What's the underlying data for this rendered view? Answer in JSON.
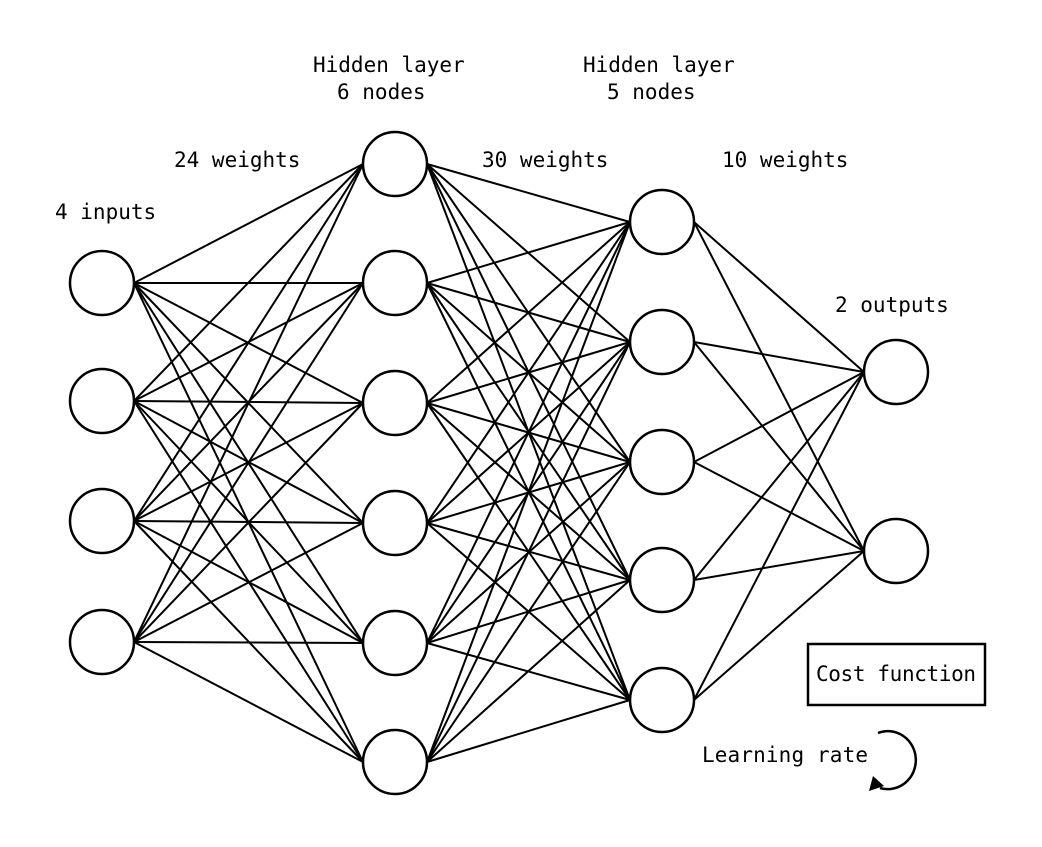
{
  "labels": {
    "inputs": "4 inputs",
    "weights1": "24 weights",
    "hidden1_title": "Hidden layer",
    "hidden1_nodes": "6 nodes",
    "weights2": "30 weights",
    "hidden2_title": "Hidden layer",
    "hidden2_nodes": "5 nodes",
    "weights3": "10 weights",
    "outputs": "2 outputs",
    "cost_function": "Cost function",
    "learning_rate": "Learning rate"
  },
  "network": {
    "layers": [
      {
        "name": "input",
        "nodes": 4
      },
      {
        "name": "hidden-1",
        "nodes": 6
      },
      {
        "name": "hidden-2",
        "nodes": 5
      },
      {
        "name": "output",
        "nodes": 2
      }
    ],
    "fully_connected": true
  },
  "colors": {
    "stroke": "#000000",
    "background": "#ffffff"
  },
  "icons": {
    "learning_rate": "circular-arrow-icon"
  }
}
